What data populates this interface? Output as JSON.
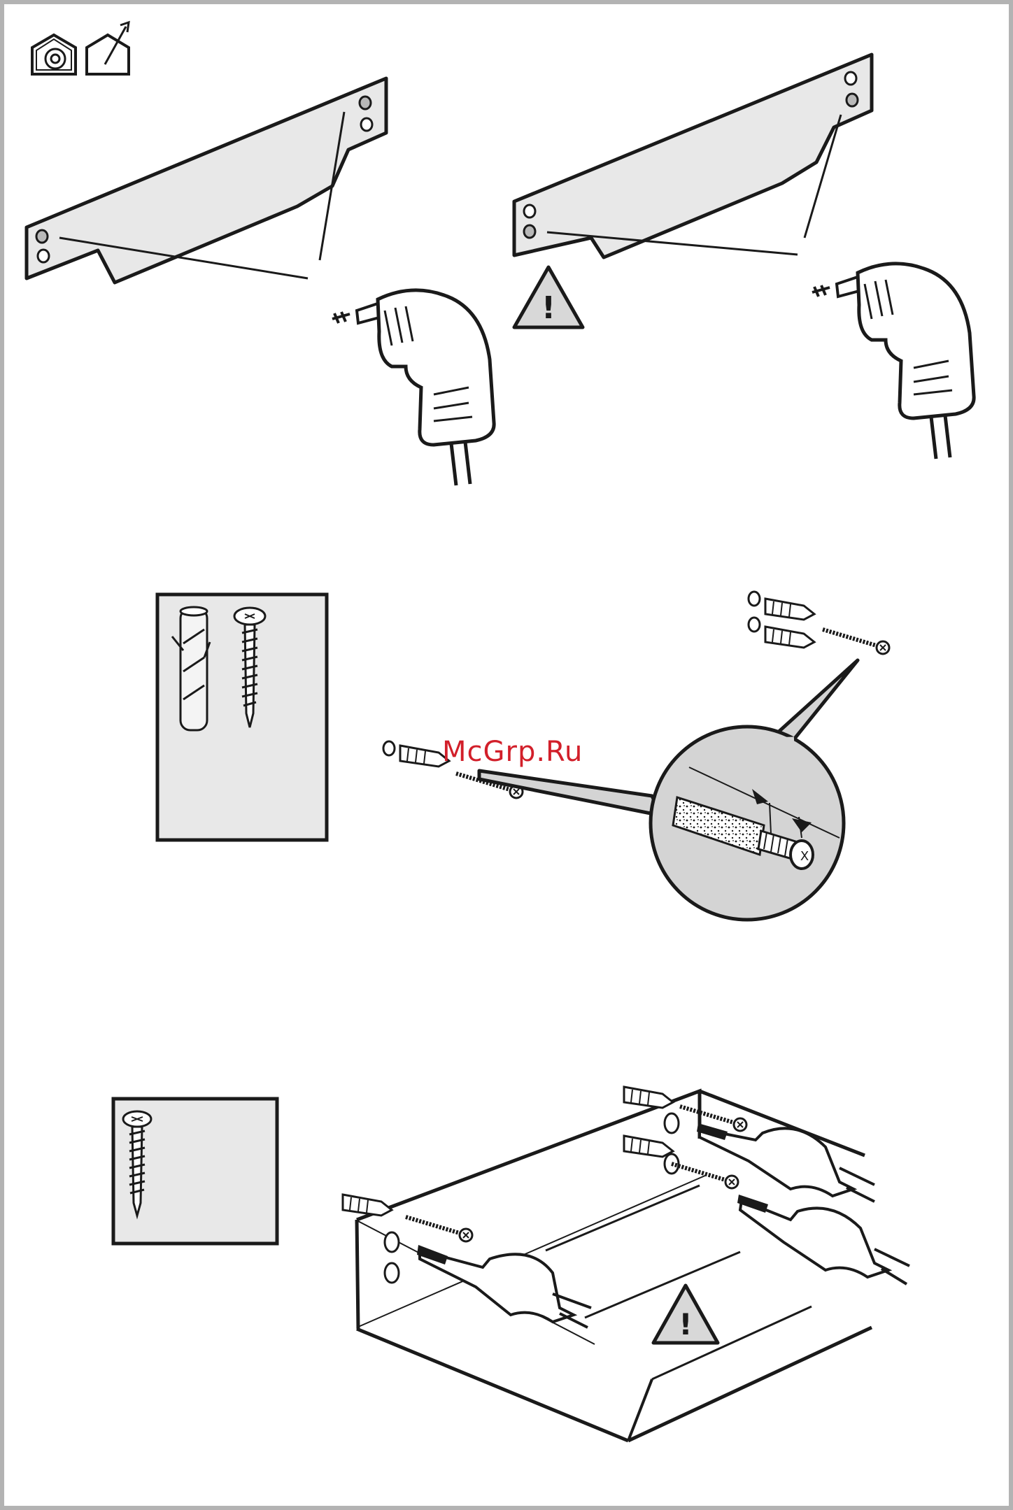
{
  "document": {
    "type": "installation-instructions-illustration",
    "watermark_text": "McGrp.Ru",
    "colors": {
      "line": "#1a1a1a",
      "panel_fill": "#e8e8e8",
      "box_fill": "#e0e0e0",
      "circle_fill": "#d4d4d4",
      "watermark": "#d21f2a",
      "border": "#b3b3b3"
    },
    "icons": [
      "recirculation-mode-icon",
      "ducted-exhaust-mode-icon",
      "warning-triangle-icon",
      "drill-icon",
      "wall-plug-icon",
      "screw-icon",
      "hand-screwdriver-icon"
    ],
    "detail_label": "X",
    "warning_symbol": "!"
  }
}
